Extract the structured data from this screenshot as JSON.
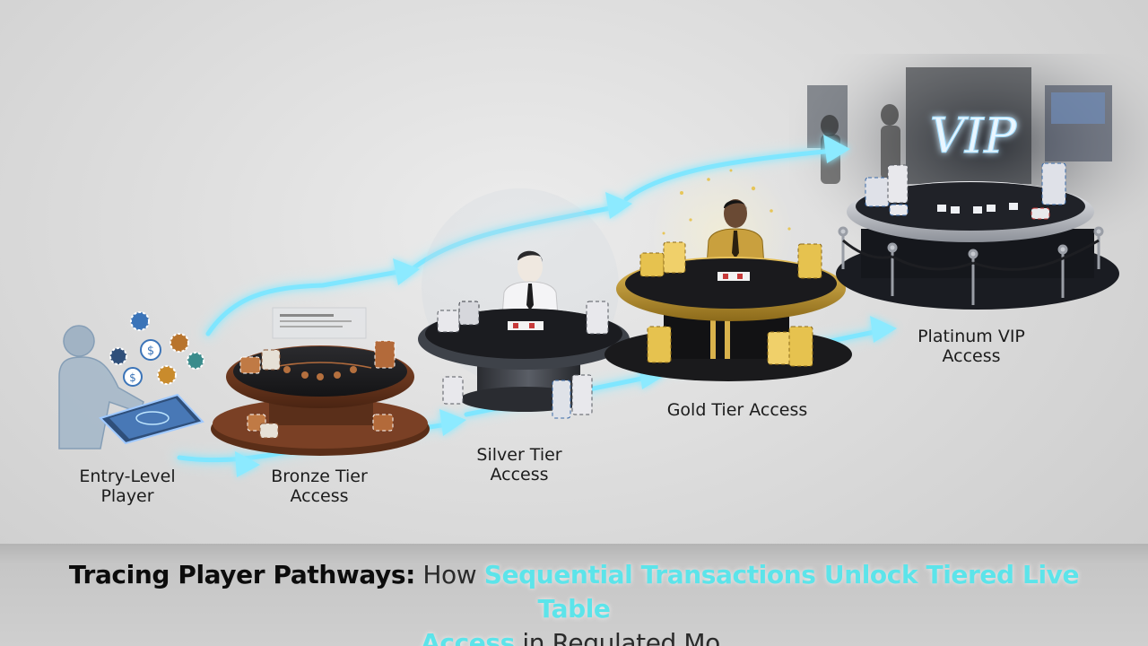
{
  "tiers": [
    {
      "label_line1": "Entry-Level",
      "label_line2": "Player"
    },
    {
      "label_line1": "Bronze Tier",
      "label_line2": "Access"
    },
    {
      "label_line1": "Silver Tier",
      "label_line2": "Access"
    },
    {
      "label_line1": "Gold Tier Access",
      "label_line2": ""
    },
    {
      "label_line1": "Platinum VIP",
      "label_line2": "Access"
    }
  ],
  "vip_sign": "VIP",
  "caption": {
    "part1": "Tracing Player Pathways:",
    "part2": " How ",
    "part3": "Sequential Transactions Unlock Tiered Live Table",
    "part4": "Access",
    "part5": " in Regulated Mo."
  },
  "colors": {
    "arrow": "#7fe6ff",
    "bronze_table": "#6b3a22",
    "silver_table": "#3a3d44",
    "gold_table": "#c9a030",
    "platinum_table": "#b8bcc4",
    "caption_highlight": "#5ce4ea"
  }
}
